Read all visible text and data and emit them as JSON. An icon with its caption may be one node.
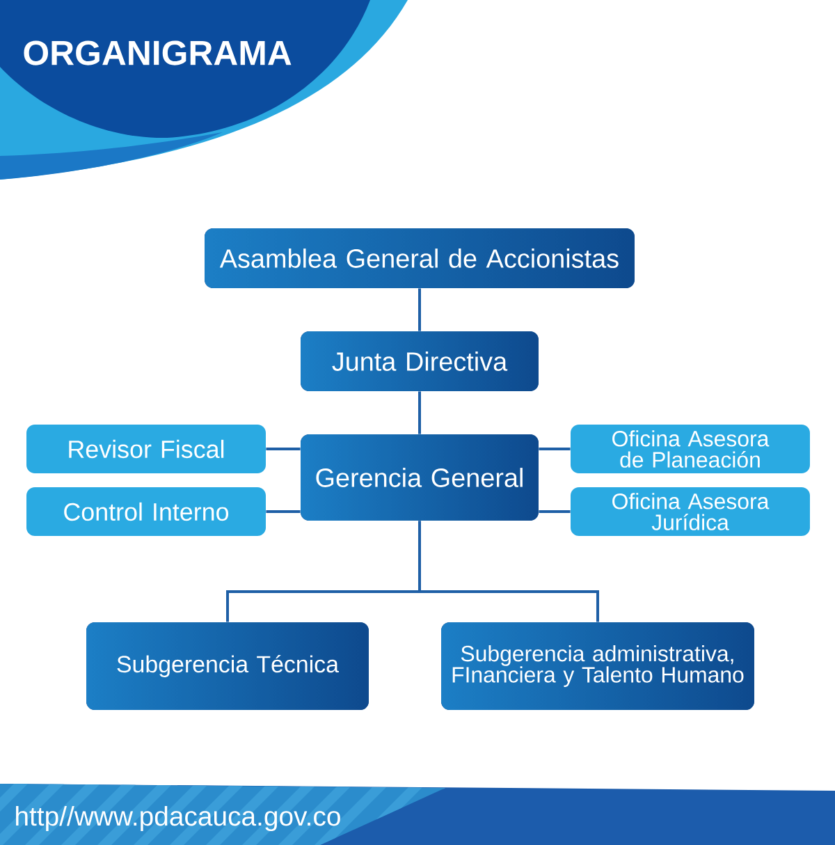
{
  "diagram": {
    "title": "ORGANIGRAMA",
    "nodes": [
      {
        "text": [
          "Asamblea General de Accionistas"
        ]
      },
      {
        "text": [
          "Junta Directiva"
        ]
      },
      {
        "text": [
          "Gerencia General"
        ]
      },
      {
        "text": [
          "Revisor Fiscal"
        ]
      },
      {
        "text": [
          "Control Interno"
        ]
      },
      {
        "text": [
          "Oficina Asesora de Planeación"
        ]
      },
      {
        "text": [
          "Oficina Asesora Jurídica"
        ]
      },
      {
        "text": [
          "Subgerencia Técnica"
        ]
      },
      {
        "text": [
          "Subgerencia administrativa, FInanciera y Talento Humano"
        ]
      }
    ],
    "edges": [
      {
        "from": 0,
        "to": 1,
        "arrow": "none"
      },
      {
        "from": 1,
        "to": 2,
        "arrow": "none"
      },
      {
        "from": 2,
        "to": 3,
        "arrow": "none"
      },
      {
        "from": 2,
        "to": 4,
        "arrow": "none"
      },
      {
        "from": 2,
        "to": 5,
        "arrow": "none"
      },
      {
        "from": 2,
        "to": 6,
        "arrow": "none"
      },
      {
        "from": 2,
        "to": 7,
        "arrow": "none"
      },
      {
        "from": 2,
        "to": 8,
        "arrow": "none"
      }
    ],
    "labels": [
      "http//www.pdacauca.gov.co"
    ]
  }
}
